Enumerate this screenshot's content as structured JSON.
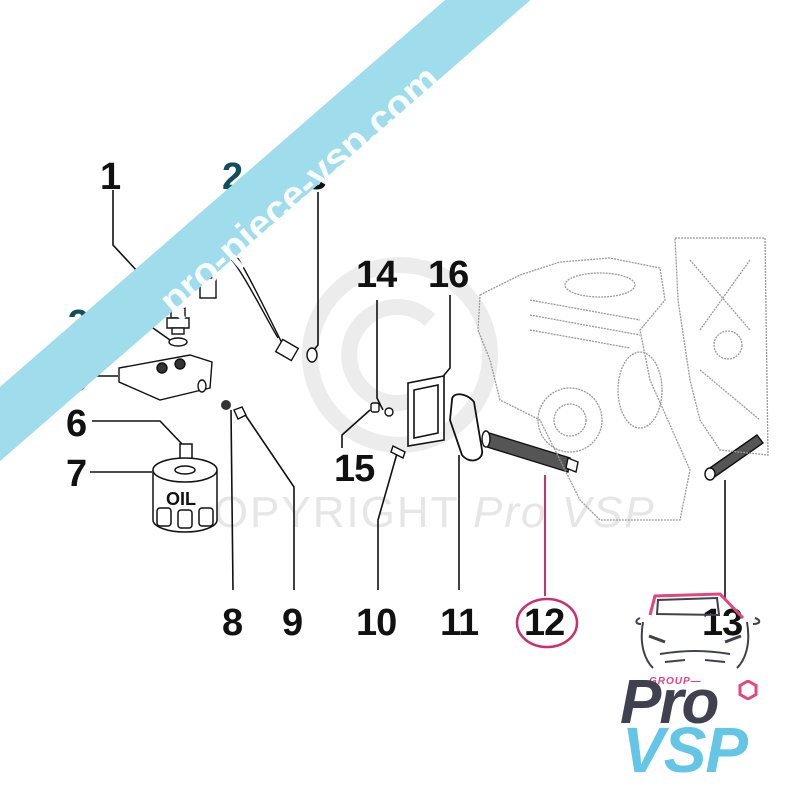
{
  "diagram": {
    "type": "exploded-parts-diagram",
    "subject": "oil filter and oil pump assembly",
    "oil_filter_label": "OIL",
    "callouts": [
      {
        "number": "1",
        "part": "union fitting"
      },
      {
        "number": "2",
        "part": "oil hose pipe"
      },
      {
        "number": "3",
        "part": "sealing washer"
      },
      {
        "number": "5",
        "part": "oil filter support bracket"
      },
      {
        "number": "6",
        "part": "threaded nipple"
      },
      {
        "number": "7",
        "part": "oil filter cartridge"
      },
      {
        "number": "8",
        "part": "washer"
      },
      {
        "number": "9",
        "part": "plug screw"
      },
      {
        "number": "10",
        "part": "screw"
      },
      {
        "number": "11",
        "part": "gasket"
      },
      {
        "number": "12",
        "part": "oil pump shaft",
        "highlighted": true
      },
      {
        "number": "13",
        "part": "drive shaft"
      },
      {
        "number": "14",
        "part": "washer"
      },
      {
        "number": "15",
        "part": "screw"
      },
      {
        "number": "16",
        "part": "cover plate"
      }
    ],
    "highlight_color": "#c8306e",
    "obscured_callout": "3"
  },
  "watermarks": {
    "diagonal_band_text": "pro-piece-vsp.com",
    "band_color": "#9fdcec",
    "copyright_prefix": "COPYRIGHT",
    "copyright_brand": "Pro VSP",
    "copyright_symbol": "©"
  },
  "logo": {
    "group_text": "GROUP",
    "line1": "Pro",
    "line2": "VSP",
    "color_dark": "#40414f",
    "color_light": "#63c6e6",
    "color_accent": "#e2457f"
  }
}
